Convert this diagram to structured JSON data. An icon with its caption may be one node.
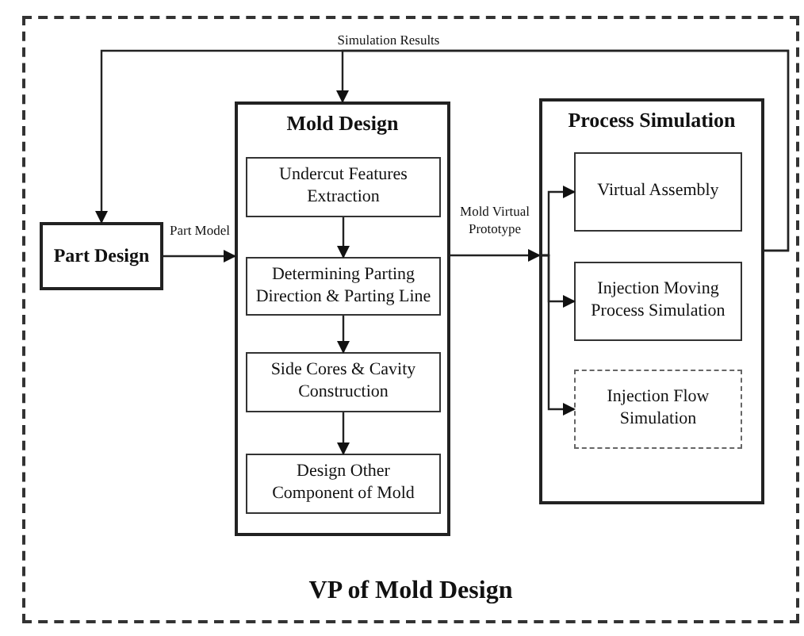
{
  "diagram": {
    "nodes": [
      {
        "text": [
          "VP of Mold Design"
        ]
      },
      {
        "text": [
          "Part Design"
        ],
        "in": 0
      },
      {
        "text": [
          "Mold Design"
        ],
        "in": 0
      },
      {
        "text": [
          "Undercut Features Extraction"
        ],
        "in": 2
      },
      {
        "text": [
          "Determining Parting Direction & Parting Line"
        ],
        "in": 2
      },
      {
        "text": [
          "Side Cores & Cavity Construction"
        ],
        "in": 2
      },
      {
        "text": [
          "Design Other Component of Mold"
        ],
        "in": 2
      },
      {
        "text": [
          "Process Simulation"
        ],
        "in": 0
      },
      {
        "text": [
          "Virtual Assembly"
        ],
        "in": 7
      },
      {
        "text": [
          "Injection Moving Process Simulation"
        ],
        "in": 7
      },
      {
        "text": [
          "Injection Flow Simulation"
        ],
        "in": 7
      }
    ],
    "edges": [
      {
        "from": 1,
        "to": 2,
        "arrow": "to",
        "label": "Part Model"
      },
      {
        "from": 3,
        "to": 4,
        "arrow": "to"
      },
      {
        "from": 4,
        "to": 5,
        "arrow": "to"
      },
      {
        "from": 5,
        "to": 6,
        "arrow": "to"
      },
      {
        "from": 2,
        "to": 7,
        "arrow": "to",
        "label": "Mold Virtual Prototype"
      },
      {
        "from": 7,
        "to": 8,
        "arrow": "to"
      },
      {
        "from": 7,
        "to": 9,
        "arrow": "to"
      },
      {
        "from": 7,
        "to": 10,
        "arrow": "to"
      },
      {
        "from": 7,
        "to": 1,
        "arrow": "to",
        "label": "Simulation Results"
      },
      {
        "from": 7,
        "to": 2,
        "arrow": "to"
      }
    ]
  }
}
